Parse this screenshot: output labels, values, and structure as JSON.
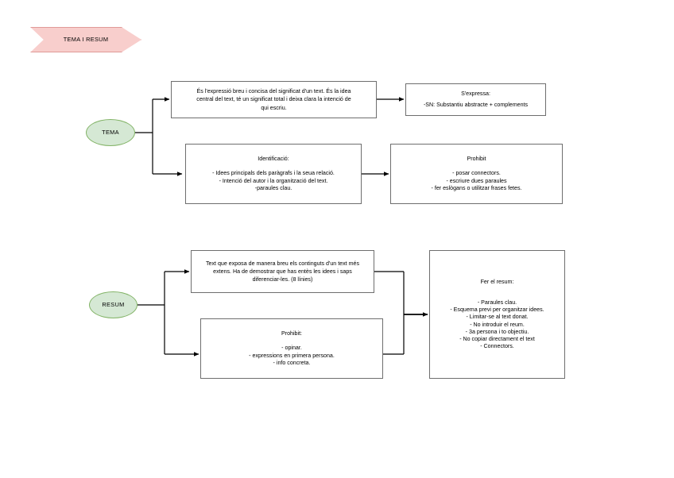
{
  "diagram": {
    "title_banner": {
      "label": "TEMA I RESUM"
    },
    "nodes": {
      "tema_ellipse": {
        "label": "TEMA"
      },
      "resum_ellipse": {
        "label": "RESUM"
      },
      "tema_definition": {
        "lines": [
          "És l'expressió breu i concisa del significat d'un text. És la idea",
          "central del text, té un significat total i deixa clara la intenció de",
          "qui escriu."
        ]
      },
      "tema_sexpressa": {
        "title": "S'expressa:",
        "lines": [
          "-SN: Substantiu abstracte + complements"
        ]
      },
      "tema_identificacio": {
        "title": "Identificació:",
        "lines": [
          "- Idees principals dels paràgrafs i la seua relació.",
          "- Intenció del autor i la organització del text.",
          "-paraules clau."
        ]
      },
      "tema_prohibit": {
        "title": "Prohibit",
        "lines": [
          "- posar connectors.",
          "- escriure dues paraules",
          "- fer eslògans o utilitzar frases fetes."
        ]
      },
      "resum_definition": {
        "lines": [
          "Text que exposa de manera breu els continguts d'un text més",
          "extens. Ha de demostrar que has entès les idees i saps",
          "diferenciar-les. (8 línies)"
        ]
      },
      "resum_prohibit": {
        "title": "Prohibit:",
        "lines": [
          "- opinar.",
          "- expressions en primera persona.",
          "- info concreta."
        ]
      },
      "resum_fer": {
        "title": "Fer el resum:",
        "lines": [
          "- Paraules clau.",
          "- Esquema previ per organitzar idees.",
          "- Limitar-se al text donat.",
          "- No introduir el reum.",
          "- 3a persona i to objectiu.",
          "- No copiar directament el text",
          "- Connectors."
        ]
      }
    },
    "colors": {
      "banner_fill": "#f8cecc",
      "banner_stroke": "#b85450",
      "ellipse_fill": "#d5e8d4",
      "ellipse_stroke": "#82b366",
      "box_stroke": "#6e6e6e",
      "edge_stroke": "#000000",
      "background": "#ffffff"
    }
  }
}
